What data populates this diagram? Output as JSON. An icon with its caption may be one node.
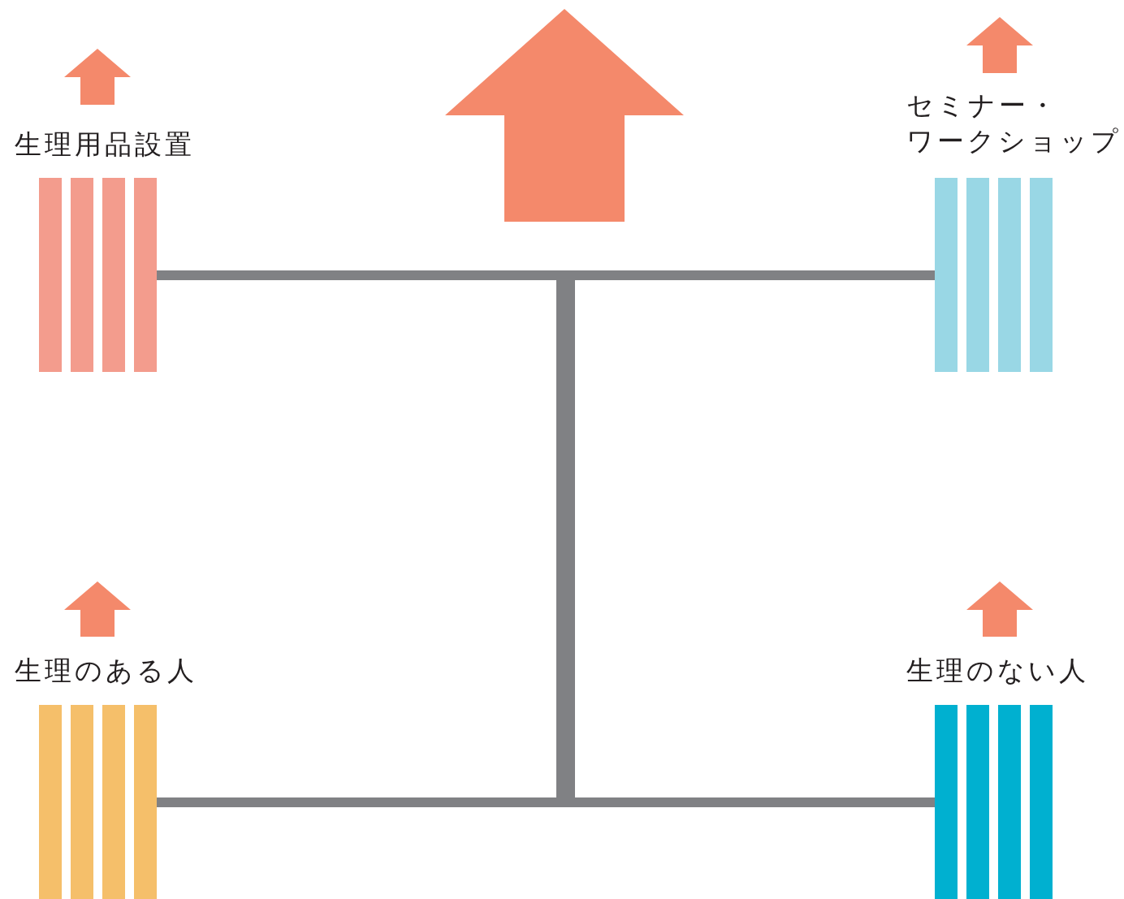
{
  "diagram": {
    "nodes": [
      {
        "text": [
          "生理用品設置"
        ]
      },
      {
        "text": [
          "セミナー・ワークショップ"
        ]
      },
      {
        "text": [
          "生理のある人"
        ]
      },
      {
        "text": [
          "生理のない人"
        ]
      },
      {
        "text": [],
        "shape": "bar"
      }
    ],
    "edges": [
      {
        "from": 0,
        "to": 4,
        "arrow": "none"
      },
      {
        "from": 4,
        "to": 1,
        "arrow": "none"
      },
      {
        "from": 2,
        "to": 4,
        "arrow": "none"
      },
      {
        "from": 4,
        "to": 3,
        "arrow": "none"
      }
    ]
  }
}
